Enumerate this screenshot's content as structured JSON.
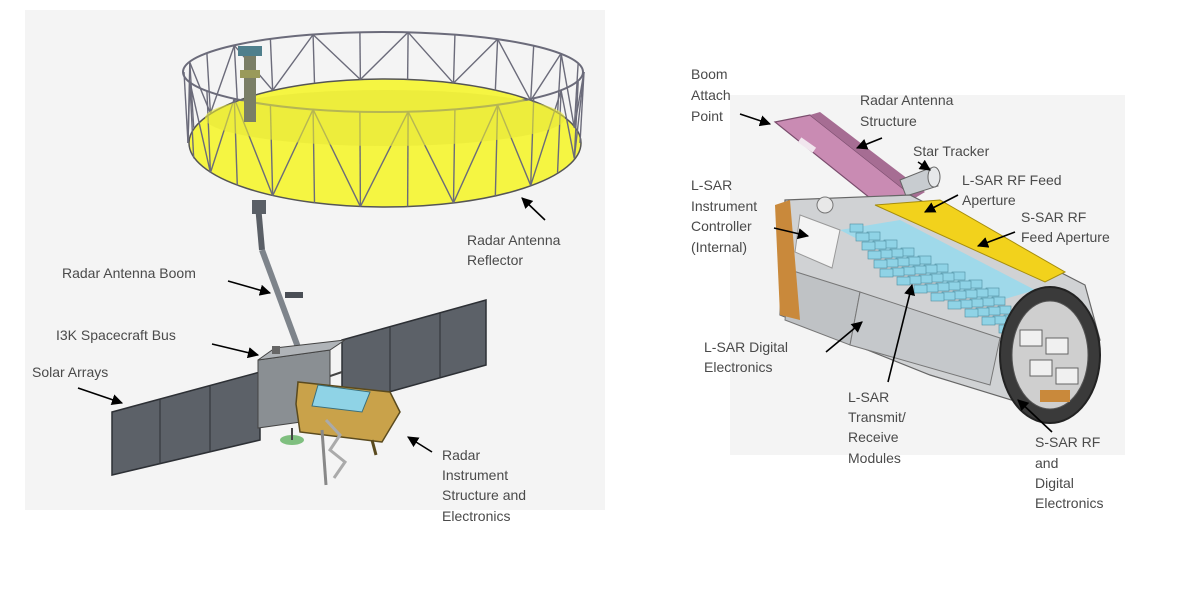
{
  "colors": {
    "reflector_fill": "#f5f542",
    "truss": "#6b6b7a",
    "solar_panel": "#5c6168",
    "bus_body": "#8a8f93",
    "instrument_gold": "#c9a24a",
    "tr_modules": "#8fd3e6",
    "feed_yellow": "#f2d21c",
    "antenna_structure": "#c98bb3",
    "label_text": "#4a4a4a",
    "arrow": "#000000"
  },
  "left_figure": {
    "labels": {
      "reflector": [
        "Radar Antenna",
        "Reflector"
      ],
      "boom": [
        "Radar Antenna Boom"
      ],
      "bus": [
        "I3K Spacecraft Bus"
      ],
      "solar": [
        "Solar Arrays"
      ],
      "instrument": [
        "Radar",
        "Instrument",
        "Structure and",
        "Electronics"
      ]
    }
  },
  "right_figure": {
    "labels": {
      "boom_attach": [
        "Boom",
        "Attach",
        "Point"
      ],
      "antenna_structure": [
        "Radar Antenna",
        "Structure"
      ],
      "star_tracker": [
        "Star Tracker"
      ],
      "lsar_feed": [
        "L-SAR RF Feed",
        "Aperture"
      ],
      "ssar_feed": [
        "S-SAR RF",
        "Feed Aperture"
      ],
      "lsar_controller": [
        "L-SAR",
        "Instrument",
        "Controller",
        "(Internal)"
      ],
      "lsar_digital": [
        "L-SAR Digital",
        "Electronics"
      ],
      "lsar_tr": [
        "L-SAR",
        "Transmit/",
        "Receive",
        "Modules"
      ],
      "ssar_rf": [
        "S-SAR RF",
        "and",
        "Digital",
        "Electronics"
      ]
    }
  }
}
